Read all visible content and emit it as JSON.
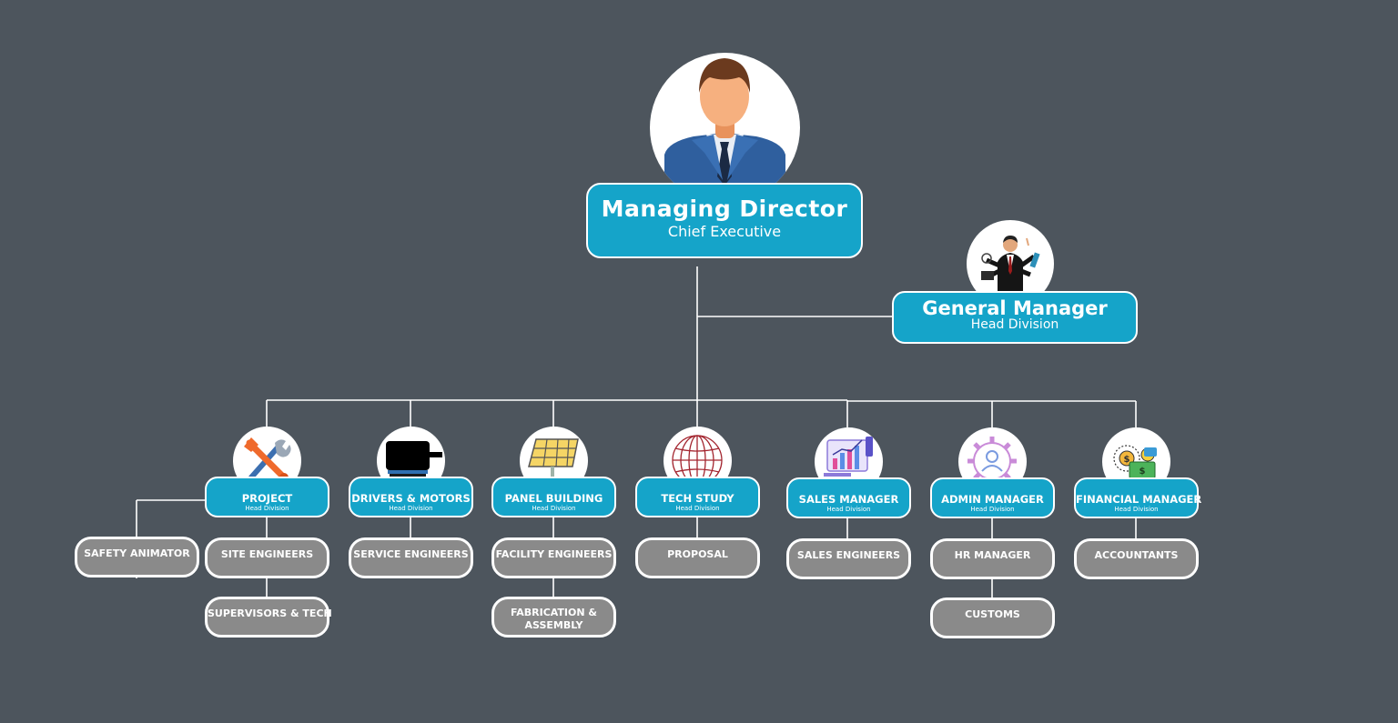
{
  "colors": {
    "background": "#4d555d",
    "accent": "#15a4c9",
    "sub": "#8a8a8a",
    "line": "#ffffff"
  },
  "managing_director": {
    "title": "Managing Director",
    "subtitle": "Chief Executive",
    "icon": "businessman-avatar-icon"
  },
  "general_manager": {
    "title": "General Manager",
    "subtitle": "Head Division",
    "icon": "multitasking-businessman-icon"
  },
  "departments": [
    {
      "title": "PROJECT",
      "subtitle": "Head Division",
      "icon": "tools-icon",
      "subs": [
        "SITE ENGINEERS",
        "SUPERVISORS & TECH"
      ]
    },
    {
      "title": "DRIVERS & MOTORS",
      "subtitle": "Head Division",
      "icon": "motor-icon",
      "subs": [
        "SERVICE ENGINEERS"
      ]
    },
    {
      "title": "PANEL BUILDING",
      "subtitle": "Head Division",
      "icon": "solar-panel-icon",
      "subs": [
        "FACILITY ENGINEERS",
        "FABRICATION & ASSEMBLY"
      ]
    },
    {
      "title": "TECH STUDY",
      "subtitle": "Head Division",
      "icon": "globe-icon",
      "subs": [
        "PROPOSAL"
      ]
    },
    {
      "title": "SALES MANAGER",
      "subtitle": "Head Division",
      "icon": "sales-chart-icon",
      "subs": [
        "SALES ENGINEERS"
      ]
    },
    {
      "title": "ADMIN MANAGER",
      "subtitle": "Head Division",
      "icon": "admin-gear-icon",
      "subs": [
        "HR MANAGER",
        "CUSTOMS"
      ]
    },
    {
      "title": "FINANCIAL MANAGER",
      "subtitle": "Head Division",
      "icon": "finance-coins-icon",
      "subs": [
        "ACCOUNTANTS"
      ]
    }
  ],
  "side_sub": {
    "label": "SAFETY ANIMATOR"
  }
}
